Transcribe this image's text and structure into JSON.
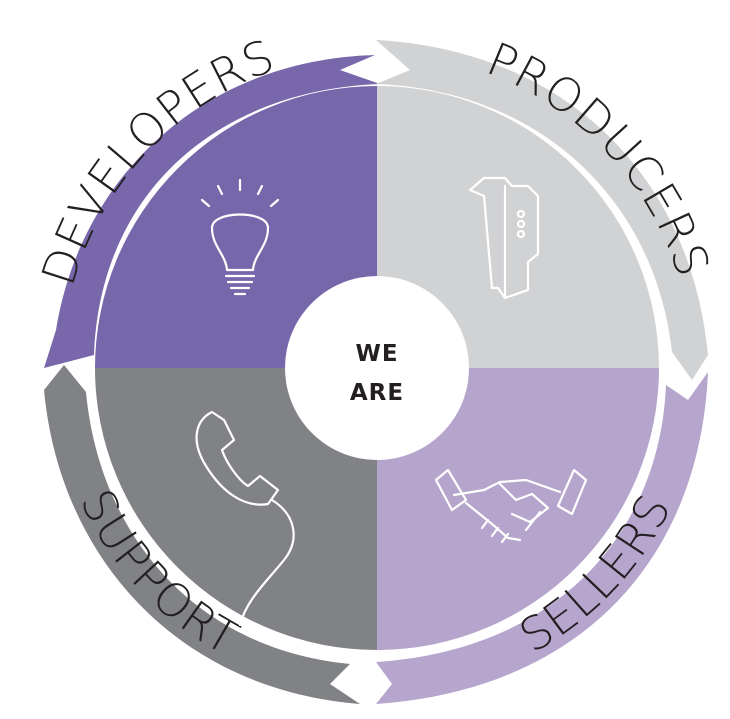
{
  "segments": [
    {
      "key": "developers",
      "label": "DEVELOPERS",
      "icon": "lightbulb-icon",
      "arrow_color": "#7868ab",
      "quadrant_color": "#7667aa"
    },
    {
      "key": "producers",
      "label": "PRODUCERS",
      "icon": "din-rail-device-icon",
      "arrow_color": "#d1d2d4",
      "quadrant_color": "#d1d2d4"
    },
    {
      "key": "sellers",
      "label": "SELLERS",
      "icon": "handshake-icon",
      "arrow_color": "#b6a5cd",
      "quadrant_color": "#b5a5cc"
    },
    {
      "key": "support",
      "label": "SUPPORT",
      "icon": "telephone-icon",
      "arrow_color": "#818285",
      "quadrant_color": "#818285"
    }
  ],
  "center": {
    "line1": "WE",
    "line2": "ARE",
    "text_color": "#231f20"
  },
  "colors": {
    "label_text": "#231f20",
    "background": "#ffffff",
    "icon_stroke": "#ffffff"
  }
}
